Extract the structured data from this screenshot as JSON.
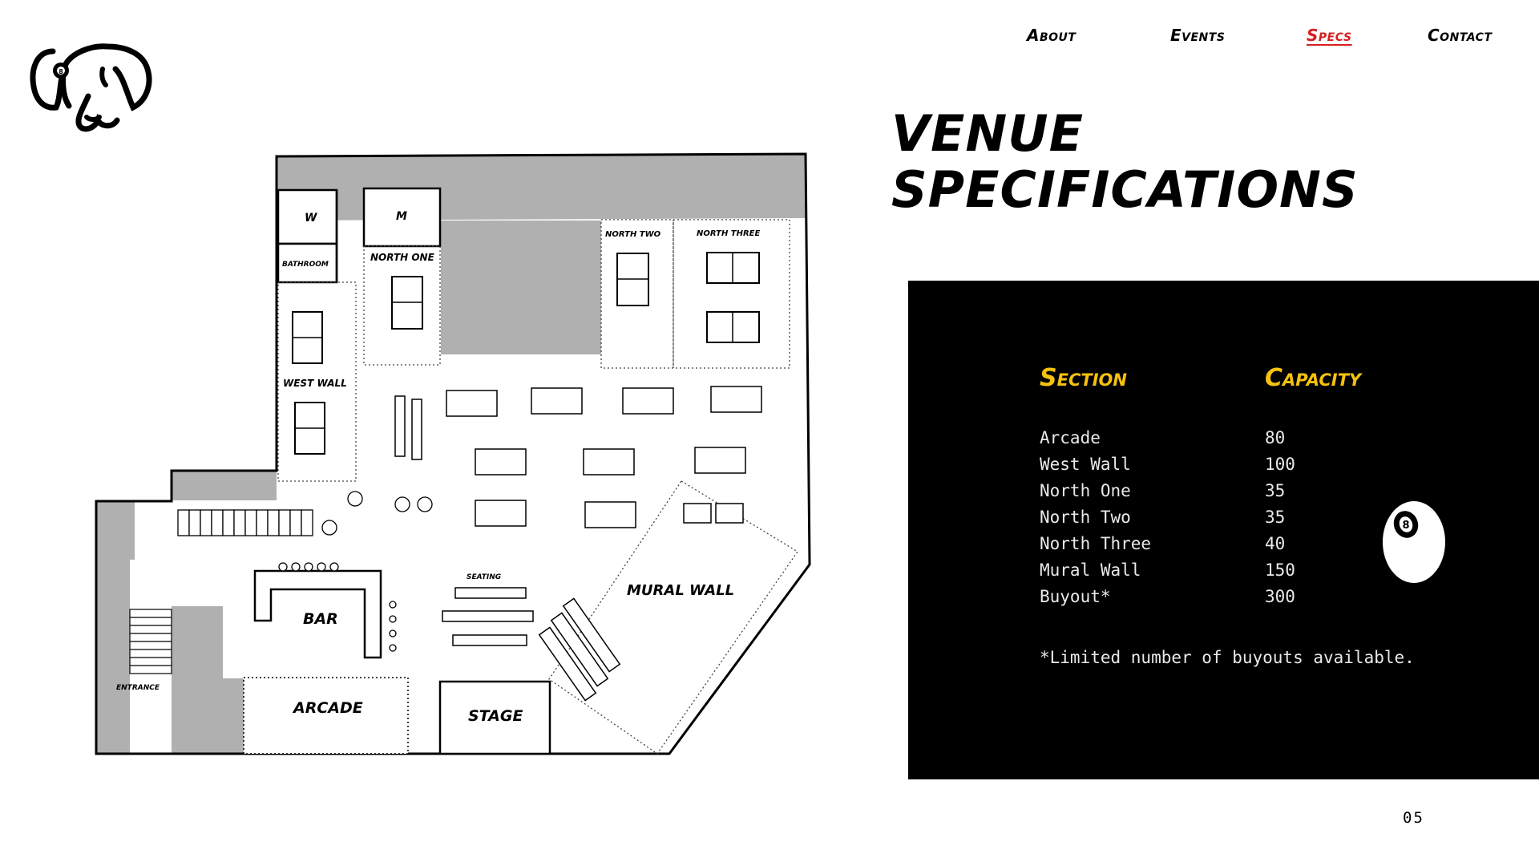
{
  "nav": {
    "items": [
      {
        "label": "About",
        "active": false
      },
      {
        "label": "Events",
        "active": false
      },
      {
        "label": "Specs",
        "active": true
      },
      {
        "label": "Contact",
        "active": false
      }
    ]
  },
  "page": {
    "title_line1": "Venue",
    "title_line2": "Specifications",
    "page_number": "05"
  },
  "specs": {
    "section_header": "Section",
    "capacity_header": "Capacity",
    "rows": [
      {
        "section": "Arcade",
        "capacity": "80"
      },
      {
        "section": "West Wall",
        "capacity": "100"
      },
      {
        "section": "North One",
        "capacity": "35"
      },
      {
        "section": "North Two",
        "capacity": "35"
      },
      {
        "section": "North Three",
        "capacity": "40"
      },
      {
        "section": "Mural Wall",
        "capacity": "150"
      },
      {
        "section": "Buyout*",
        "capacity": "300"
      }
    ],
    "footnote": "*Limited number of buyouts available."
  },
  "floorplan": {
    "labels": {
      "w": "W",
      "m": "M",
      "bathroom": "Bathroom",
      "north_one": "North One",
      "north_two": "North Two",
      "north_three": "North Three",
      "west_wall": "West Wall",
      "mural_wall": "Mural Wall",
      "bar": "Bar",
      "seating": "Seating",
      "arcade": "Arcade",
      "stage": "Stage",
      "entrance": "Entrance"
    }
  },
  "icons": {
    "logo": "dog-logo-icon",
    "ball": "eight-ball-icon"
  },
  "colors": {
    "accent_yellow": "#f5c20f",
    "active_red": "#d42020",
    "panel_bg": "#000000",
    "plan_gray": "#b0b0b0"
  }
}
